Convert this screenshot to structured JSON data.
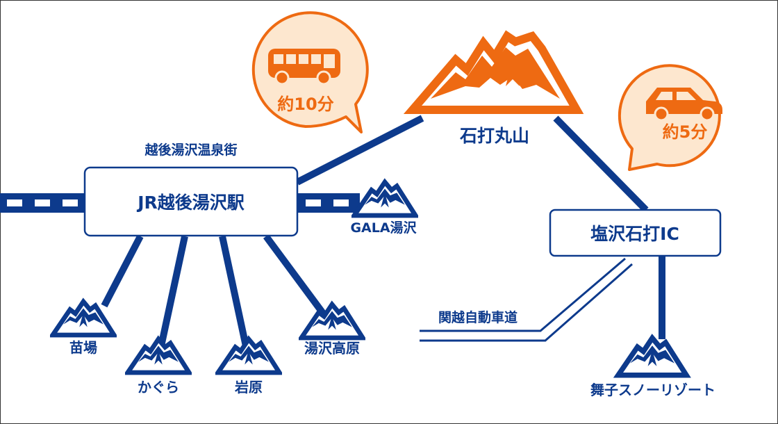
{
  "area_label": "越後湯沢温泉街",
  "station": "JR越後湯沢駅",
  "interchange": "塩沢石打IC",
  "highway": "関越自動車道",
  "destination": "石打丸山",
  "bus_time": "約10分",
  "car_time": "約5分",
  "resorts": {
    "gala": "GALA湯沢",
    "naeba": "苗場",
    "kagura": "かぐら",
    "iwappara": "岩原",
    "yuzawa_kogen": "湯沢高原",
    "maiko": "舞子スノーリゾート"
  },
  "icons": {
    "bus": "bus-icon",
    "car": "car-icon",
    "mountain": "mountain-icon"
  },
  "colors": {
    "route_blue": "#0d3a8c",
    "accent_orange": "#ee6a12",
    "bubble_fill": "#fde7cf",
    "box_border": "#0d3a8c"
  }
}
